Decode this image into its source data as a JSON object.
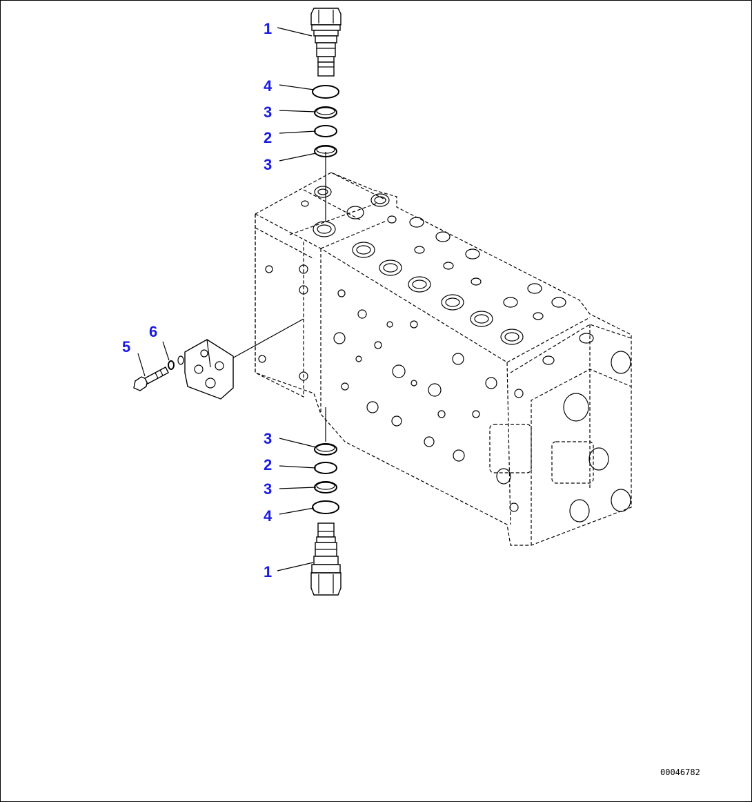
{
  "diagram": {
    "drawing_code": "00046782",
    "callouts": [
      {
        "label": "1",
        "part": "relief-valve"
      },
      {
        "label": "4",
        "part": "o-ring"
      },
      {
        "label": "3",
        "part": "backup-ring"
      },
      {
        "label": "2",
        "part": "o-ring"
      },
      {
        "label": "3",
        "part": "backup-ring"
      },
      {
        "label": "5",
        "part": "bolt"
      },
      {
        "label": "6",
        "part": "washer"
      },
      {
        "label": "3",
        "part": "backup-ring"
      },
      {
        "label": "2",
        "part": "o-ring"
      },
      {
        "label": "3",
        "part": "backup-ring"
      },
      {
        "label": "4",
        "part": "o-ring"
      },
      {
        "label": "1",
        "part": "relief-valve"
      }
    ]
  }
}
